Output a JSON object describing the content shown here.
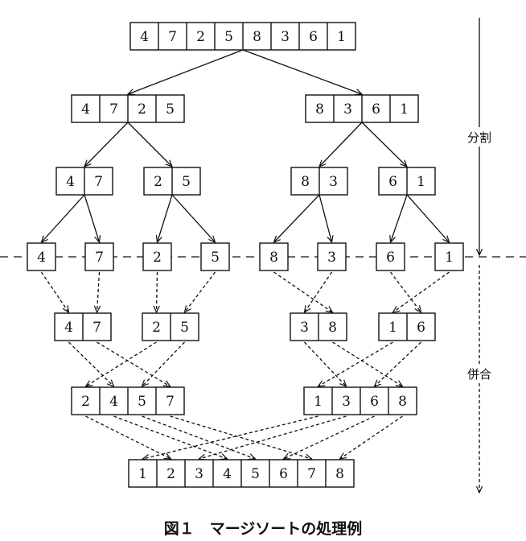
{
  "caption": "図１　マージソートの処理例",
  "phases": {
    "split": "分割",
    "merge": "併合"
  },
  "split_levels": [
    [
      [
        4,
        7,
        2,
        5,
        8,
        3,
        6,
        1
      ]
    ],
    [
      [
        4,
        7,
        2,
        5
      ],
      [
        8,
        3,
        6,
        1
      ]
    ],
    [
      [
        4,
        7
      ],
      [
        2,
        5
      ],
      [
        8,
        3
      ],
      [
        6,
        1
      ]
    ],
    [
      [
        4
      ],
      [
        7
      ],
      [
        2
      ],
      [
        5
      ],
      [
        8
      ],
      [
        3
      ],
      [
        6
      ],
      [
        1
      ]
    ]
  ],
  "merge_levels": [
    [
      [
        4,
        7
      ],
      [
        2,
        5
      ],
      [
        3,
        8
      ],
      [
        1,
        6
      ]
    ],
    [
      [
        2,
        4,
        5,
        7
      ],
      [
        1,
        3,
        6,
        8
      ]
    ],
    [
      [
        1,
        2,
        3,
        4,
        5,
        6,
        7,
        8
      ]
    ]
  ]
}
